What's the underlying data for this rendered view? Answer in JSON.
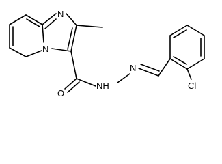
{
  "molecule": {
    "atoms": {
      "ring_n": "N",
      "bridge_n": "N",
      "carbonyl_o": "O",
      "amide_nh": "NH",
      "hydrazone_n": "N",
      "chlorine": "Cl"
    }
  }
}
